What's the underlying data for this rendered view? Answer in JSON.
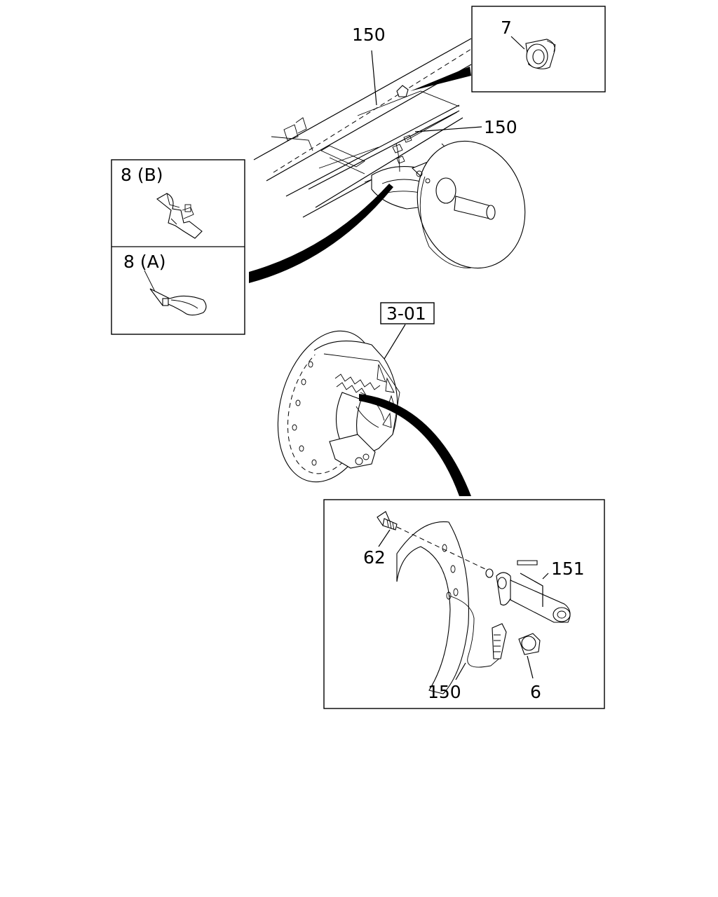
{
  "callouts": {
    "top_150": "150",
    "mid_150": "150",
    "box7": "7",
    "box8b": "8 (B)",
    "box8a": "8 (A)",
    "ref": "3-01",
    "detail_62": "62",
    "detail_151": "151",
    "detail_150": "150",
    "detail_6": "6"
  }
}
